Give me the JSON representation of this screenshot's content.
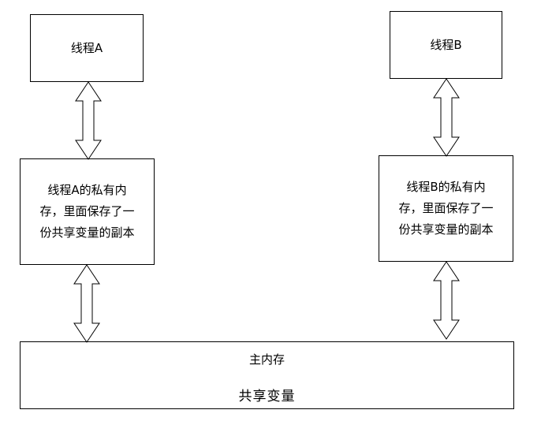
{
  "thread_a": {
    "label": "线程A",
    "private_memory": [
      "线程A的私有内",
      "存，里面保存了一",
      "份共享变量的副本"
    ]
  },
  "thread_b": {
    "label": "线程B",
    "private_memory": [
      "线程B的私有内",
      "存，里面保存了一",
      "份共享变量的副本"
    ]
  },
  "main_memory": {
    "title": "主内存",
    "shared_variable": "共享变量"
  }
}
